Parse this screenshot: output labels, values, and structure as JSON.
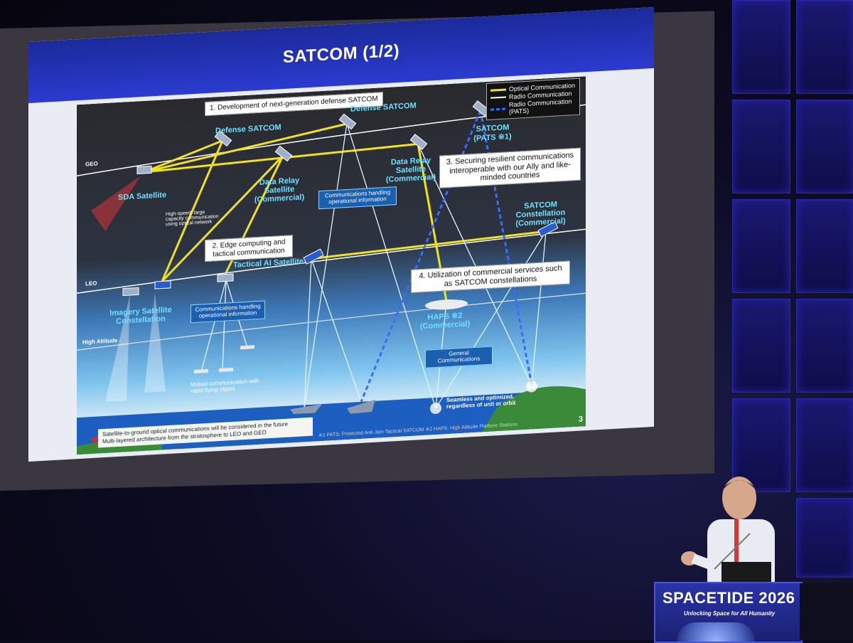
{
  "slide": {
    "title": "SATCOM (1/2)",
    "page_number": "3",
    "legend": [
      {
        "label": "Optical Communication",
        "color": "#f2e21a"
      },
      {
        "label": "Radio Communication",
        "color": "#ffffff"
      },
      {
        "label": "Radio Communication (PATS)",
        "color": "#3a6cff"
      }
    ],
    "altitudes": {
      "geo": "GEO",
      "leo": "LEO",
      "high": "High Altitude"
    },
    "callouts": {
      "c1": "1. Development of next-generation defense SATCOM",
      "c2": "2. Edge computing and tactical communication",
      "c3": "3. Securing resilient communications interoperable with our Ally and like-minded countries",
      "c4": "4. Utilization of commercial services such as SATCOM constellations"
    },
    "satellites": {
      "sda": "SDA Satellite",
      "defense1": "Defense SATCOM",
      "defense2": "Defense SATCOM",
      "relay1": "Data Relay Satellite (Commercial)",
      "relay2": "Data Relay Satellite (Commercial)",
      "pats": "SATCOM (PATS ※1)",
      "constellation": "SATCOM Constellation (Commercial)",
      "tactical_ai": "Tactical AI Satellite",
      "imagery": "Imagery Satellite Constellation",
      "haps": "HAPS ※2 (Commercial)"
    },
    "boxes": {
      "comm1": "Communications handling operational information",
      "comm2": "Communications handling operational information",
      "general": "General Communications"
    },
    "texts": {
      "optical_note": "High-speed, large capacity communication using optical network",
      "mutual": "Mutual communication with rapid flying object",
      "seamless": "Seamless and optimized, regardless of unit or orbit"
    },
    "notes": [
      "Satellite-to-ground optical communications will be considered in the future",
      "Multi-layered architecture from the stratosphere to LEO and GEO"
    ],
    "footnote": "※1 PATS: Protected Anti-Jam Tactical SATCOM   ※2 HAPS: High Altitude Platform Stations"
  },
  "podium": {
    "title": "SPACETIDE 2026",
    "subtitle": "Unlocking Space for All Humanity"
  }
}
